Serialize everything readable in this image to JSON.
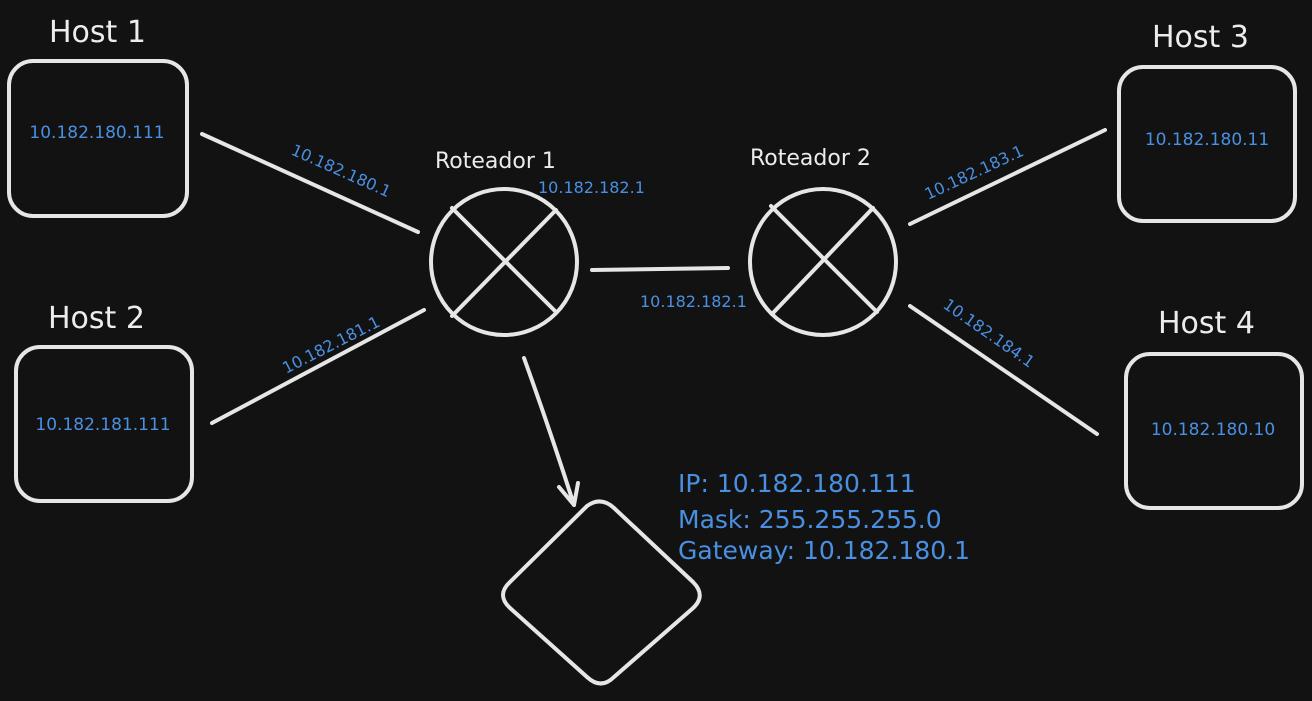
{
  "colors": {
    "background": "#121212",
    "stroke": "#e6e6e6",
    "ip_text": "#4a90e2",
    "title_text": "#ececec"
  },
  "hosts": [
    {
      "title": "Host 1",
      "ip": "10.182.180.111"
    },
    {
      "title": "Host 2",
      "ip": "10.182.181.111"
    },
    {
      "title": "Host 3",
      "ip": "10.182.180.11"
    },
    {
      "title": "Host 4",
      "ip": "10.182.180.10"
    }
  ],
  "routers": [
    {
      "title": "Roteador 1",
      "icon": "router-icon"
    },
    {
      "title": "Roteador 2",
      "icon": "router-icon"
    }
  ],
  "links": [
    {
      "label": "10.182.180.1"
    },
    {
      "label": "10.182.181.1"
    },
    {
      "label": "10.182.182.1"
    },
    {
      "label": "10.182.182.1"
    },
    {
      "label": "10.182.183.1"
    },
    {
      "label": "10.182.184.1"
    }
  ],
  "info": {
    "ip": "IP: 10.182.180.111",
    "mask": "Mask: 255.255.255.0",
    "gateway": "Gateway: 10.182.180.1"
  }
}
